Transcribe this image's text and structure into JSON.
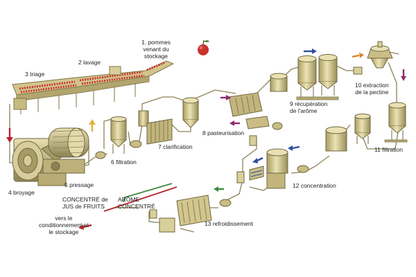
{
  "labels": {
    "step1": "1. pommes\nvenant du\nstockage",
    "step2": "2 lavage",
    "step3": "3 triage",
    "step4": "4 broyage",
    "step5": "5 pressage",
    "step6": "6 filtration",
    "step7": "7 clarification",
    "step8": "8 pasteurisation",
    "step9": "9 récupération\nde l'arôme",
    "step10": "10 extraction\nde la pectine",
    "step11": "11 filtration",
    "step12": "12 concentration",
    "step13": "13 refroidissement",
    "concentrate": "CONCENTRÉ de\nJUS de FRUITS",
    "aroma": "ARÔME\nCONCENTRÉ",
    "packaging": "vers le\nconditionnement et\nle stockage"
  },
  "colors": {
    "red_arrow": "#b3262a",
    "blue_arrow": "#2b4f9e",
    "green_arrow": "#3f8a3f",
    "orange_arrow": "#d9822b",
    "yellow_arrow": "#e0b43a",
    "purple_arrow": "#8a2a6e",
    "equipment": "#d9cf9a",
    "equipment_dark": "#8f855a",
    "apple": "#c8332d"
  }
}
